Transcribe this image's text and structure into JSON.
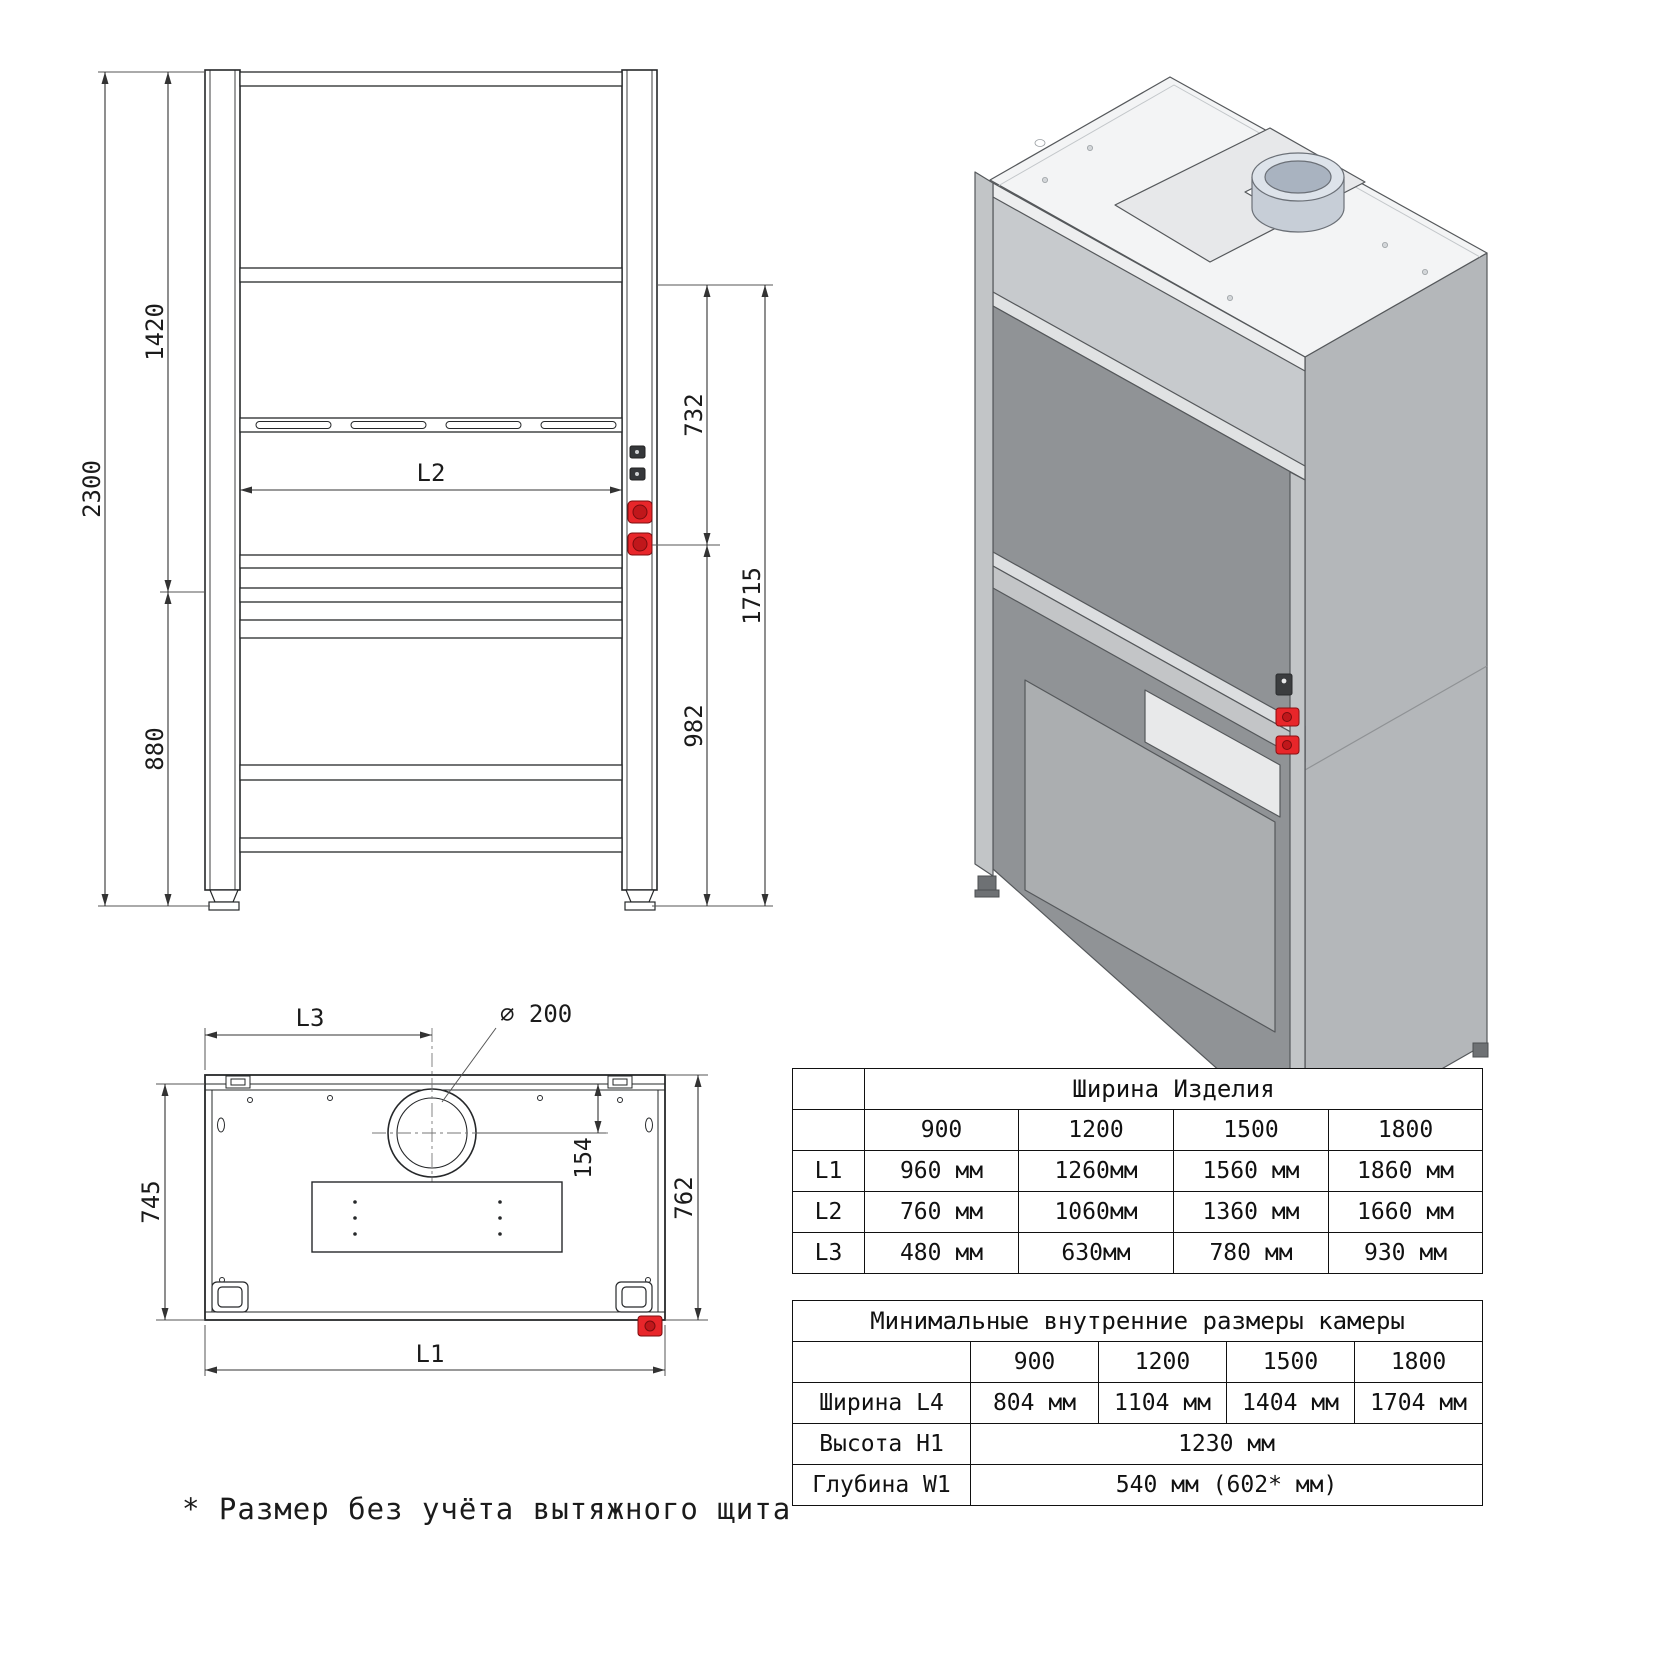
{
  "front_view": {
    "dim_2300": "2300",
    "dim_1420": "1420",
    "dim_880": "880",
    "dim_732": "732",
    "dim_1715": "1715",
    "dim_982": "982",
    "dim_l2": "L2"
  },
  "top_view": {
    "dim_l3": "L3",
    "dim_diameter": "⌀ 200",
    "dim_154": "154",
    "dim_745": "745",
    "dim_762": "762",
    "dim_l1": "L1"
  },
  "width_table": {
    "title": "Ширина Изделия",
    "columns": [
      "900",
      "1200",
      "1500",
      "1800"
    ],
    "rows": [
      {
        "label": "L1",
        "values": [
          "960 мм",
          "1260мм",
          "1560 мм",
          "1860 мм"
        ]
      },
      {
        "label": "L2",
        "values": [
          "760 мм",
          "1060мм",
          "1360 мм",
          "1660 мм"
        ]
      },
      {
        "label": "L3",
        "values": [
          "480 мм",
          "630мм",
          "780 мм",
          "930 мм"
        ]
      }
    ]
  },
  "chamber_table": {
    "title": "Минимальные внутренние размеры камеры",
    "columns": [
      "900",
      "1200",
      "1500",
      "1800"
    ],
    "rows": [
      {
        "label": "Ширина L4",
        "values": [
          "804 мм",
          "1104 мм",
          "1404 мм",
          "1704 мм"
        ]
      },
      {
        "label": "Высота H1",
        "value": "1230 мм"
      },
      {
        "label": "Глубина W1",
        "value": "540 мм (602* мм)"
      }
    ]
  },
  "note": "* Размер без учёта вытяжного щита",
  "colors": {
    "socket_red": "#e8262a"
  }
}
